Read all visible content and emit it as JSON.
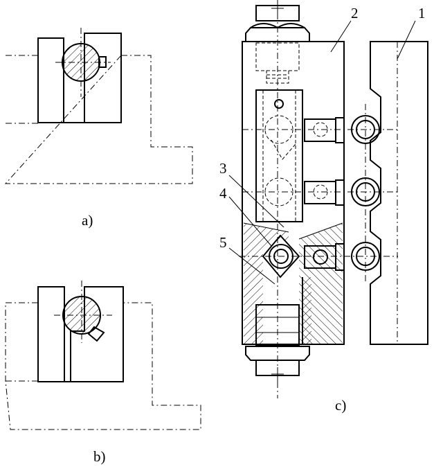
{
  "captions": {
    "a": "a)",
    "b": "b)",
    "c": "c)"
  },
  "part_numbers": {
    "p1": "1",
    "p2": "2",
    "p3": "3",
    "p4": "4",
    "p5": "5"
  },
  "style": {
    "line_color": "#000000",
    "background": "#ffffff"
  }
}
